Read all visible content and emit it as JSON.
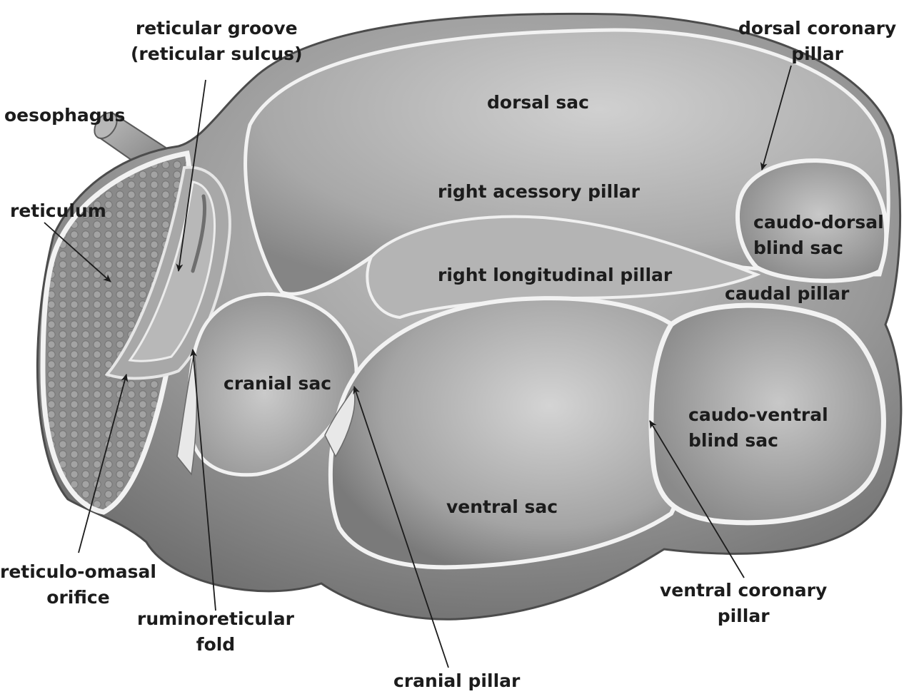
{
  "labels": {
    "reticular_groove": {
      "line1": "reticular groove",
      "line2": "(reticular sulcus)"
    },
    "dorsal_coronary_pillar": {
      "line1": "dorsal coronary",
      "line2": "pillar"
    },
    "oesophagus": "oesophagus",
    "dorsal_sac": "dorsal sac",
    "reticulum": "reticulum",
    "right_acessory_pillar": "right acessory pillar",
    "caudo_dorsal_blind_sac": {
      "line1": "caudo-dorsal",
      "line2": "blind sac"
    },
    "right_longitudinal_pillar": "right longitudinal pillar",
    "caudal_pillar": "caudal pillar",
    "cranial_sac": "cranial sac",
    "caudo_ventral_blind_sac": {
      "line1": "caudo-ventral",
      "line2": "blind sac"
    },
    "ventral_sac": "ventral sac",
    "reticulo_omasal_orifice": {
      "line1": "reticulo-omasal",
      "line2": "orifice"
    },
    "ruminoreticular_fold": {
      "line1": "ruminoreticular",
      "line2": "fold"
    },
    "ventral_coronary_pillar": {
      "line1": "ventral coronary",
      "line2": "pillar"
    },
    "cranial_pillar": "cranial pillar"
  },
  "colors": {
    "label": "#1c1c1c",
    "arrow": "#1c1c1c"
  }
}
